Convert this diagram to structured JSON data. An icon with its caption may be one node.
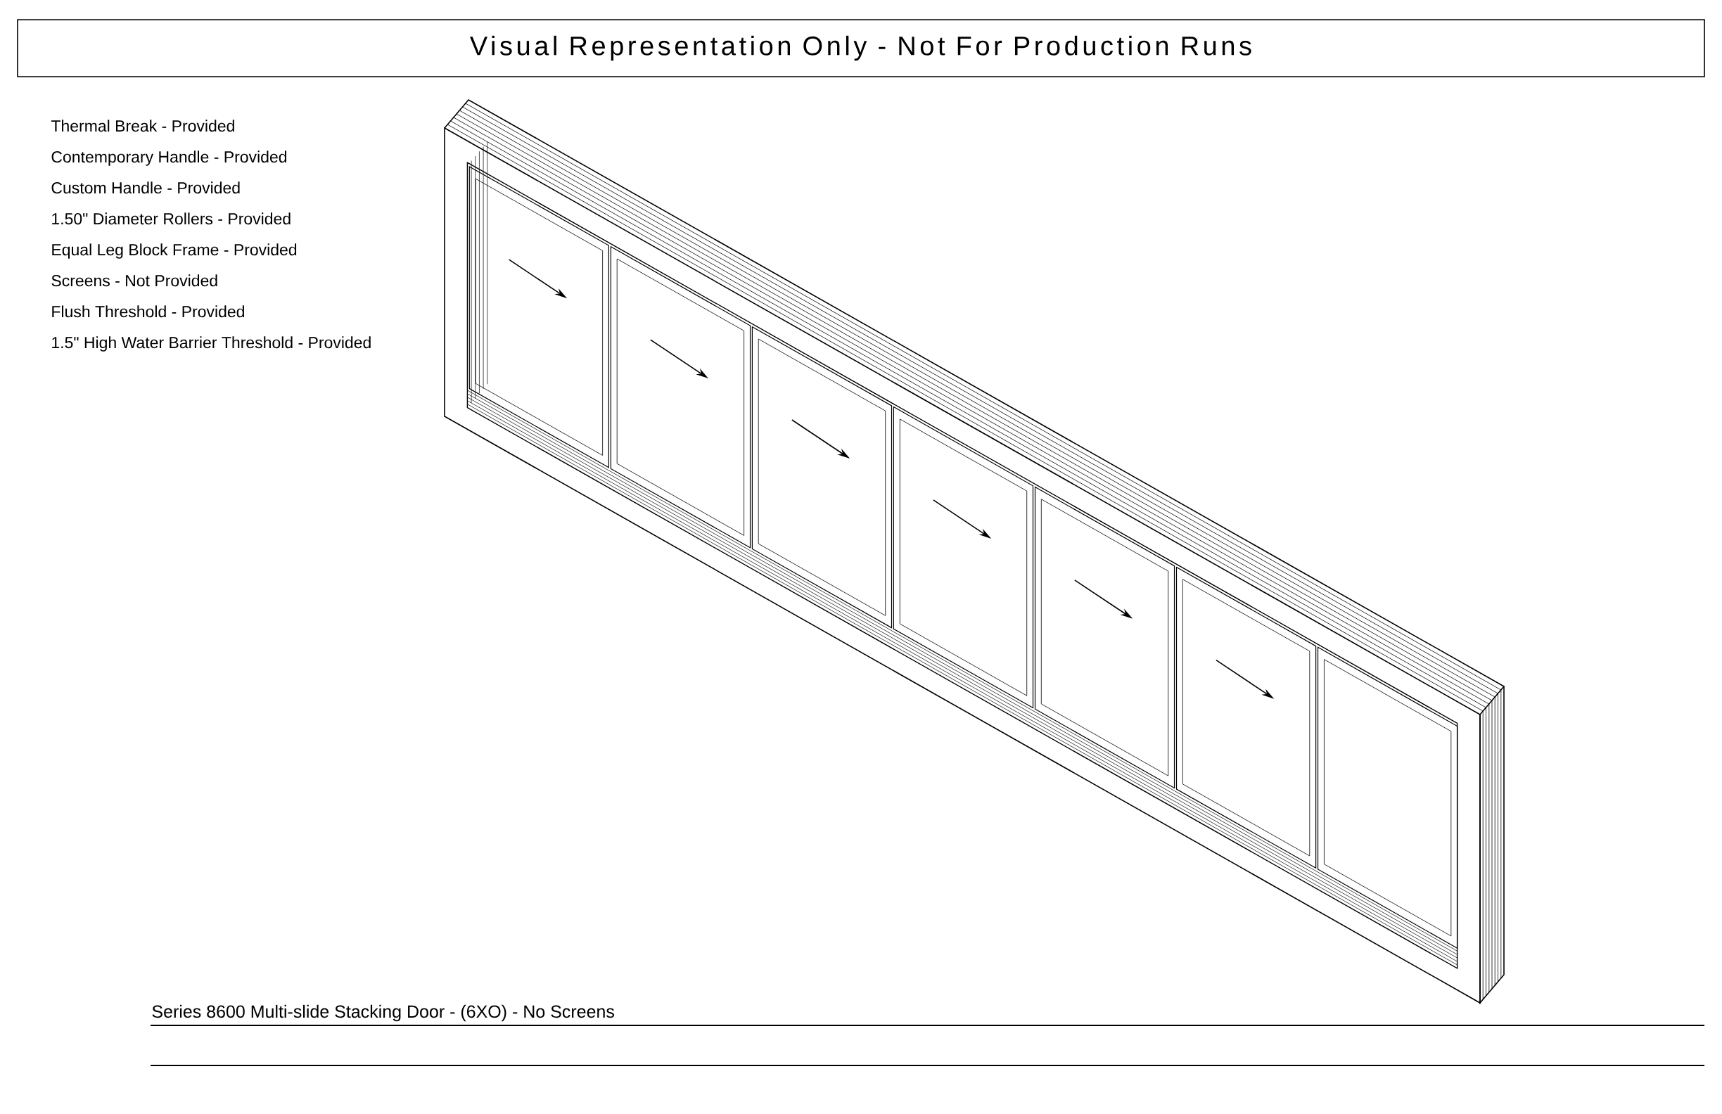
{
  "diagram": {
    "title": "Visual Representation Only - Not For Production Runs",
    "labels": [
      "Thermal Break - Provided",
      "Contemporary Handle - Provided",
      "Custom Handle - Provided",
      "1.50\" Diameter Rollers - Provided",
      "Equal Leg Block Frame - Provided",
      "Screens - Not Provided",
      "Flush Threshold - Provided",
      "1.5\" High Water Barrier Threshold - Provided",
      "Series 8600 Multi-slide Stacking Door - (6XO) - No Screens"
    ]
  }
}
